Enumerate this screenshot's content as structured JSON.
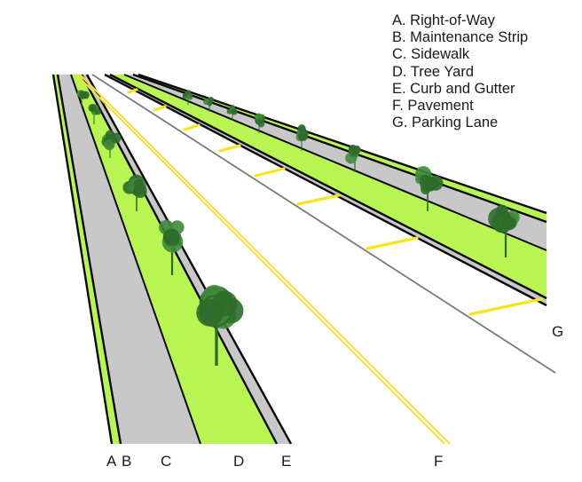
{
  "diagram": {
    "title": "Street cross-section in perspective",
    "legend": [
      {
        "key": "A",
        "label": "A. Right-of-Way"
      },
      {
        "key": "B",
        "label": "B. Maintenance Strip"
      },
      {
        "key": "C",
        "label": "C. Sidewalk"
      },
      {
        "key": "D",
        "label": "D. Tree Yard"
      },
      {
        "key": "E",
        "label": "E. Curb and Gutter"
      },
      {
        "key": "F",
        "label": "F. Pavement"
      },
      {
        "key": "G",
        "label": "G. Parking Lane"
      }
    ],
    "markers": {
      "a": "A",
      "b": "B",
      "c": "C",
      "d": "D",
      "e": "E",
      "f": "F",
      "g": "G"
    },
    "colors": {
      "grass": "#b9f552",
      "concrete": "#c8c8c8",
      "edge": "#0a0a0a",
      "center_line": "#f2e23a",
      "parking_stripe": "#f5e61c",
      "lane_line": "#7a7a7a",
      "tree": "#2e6b2a"
    }
  }
}
